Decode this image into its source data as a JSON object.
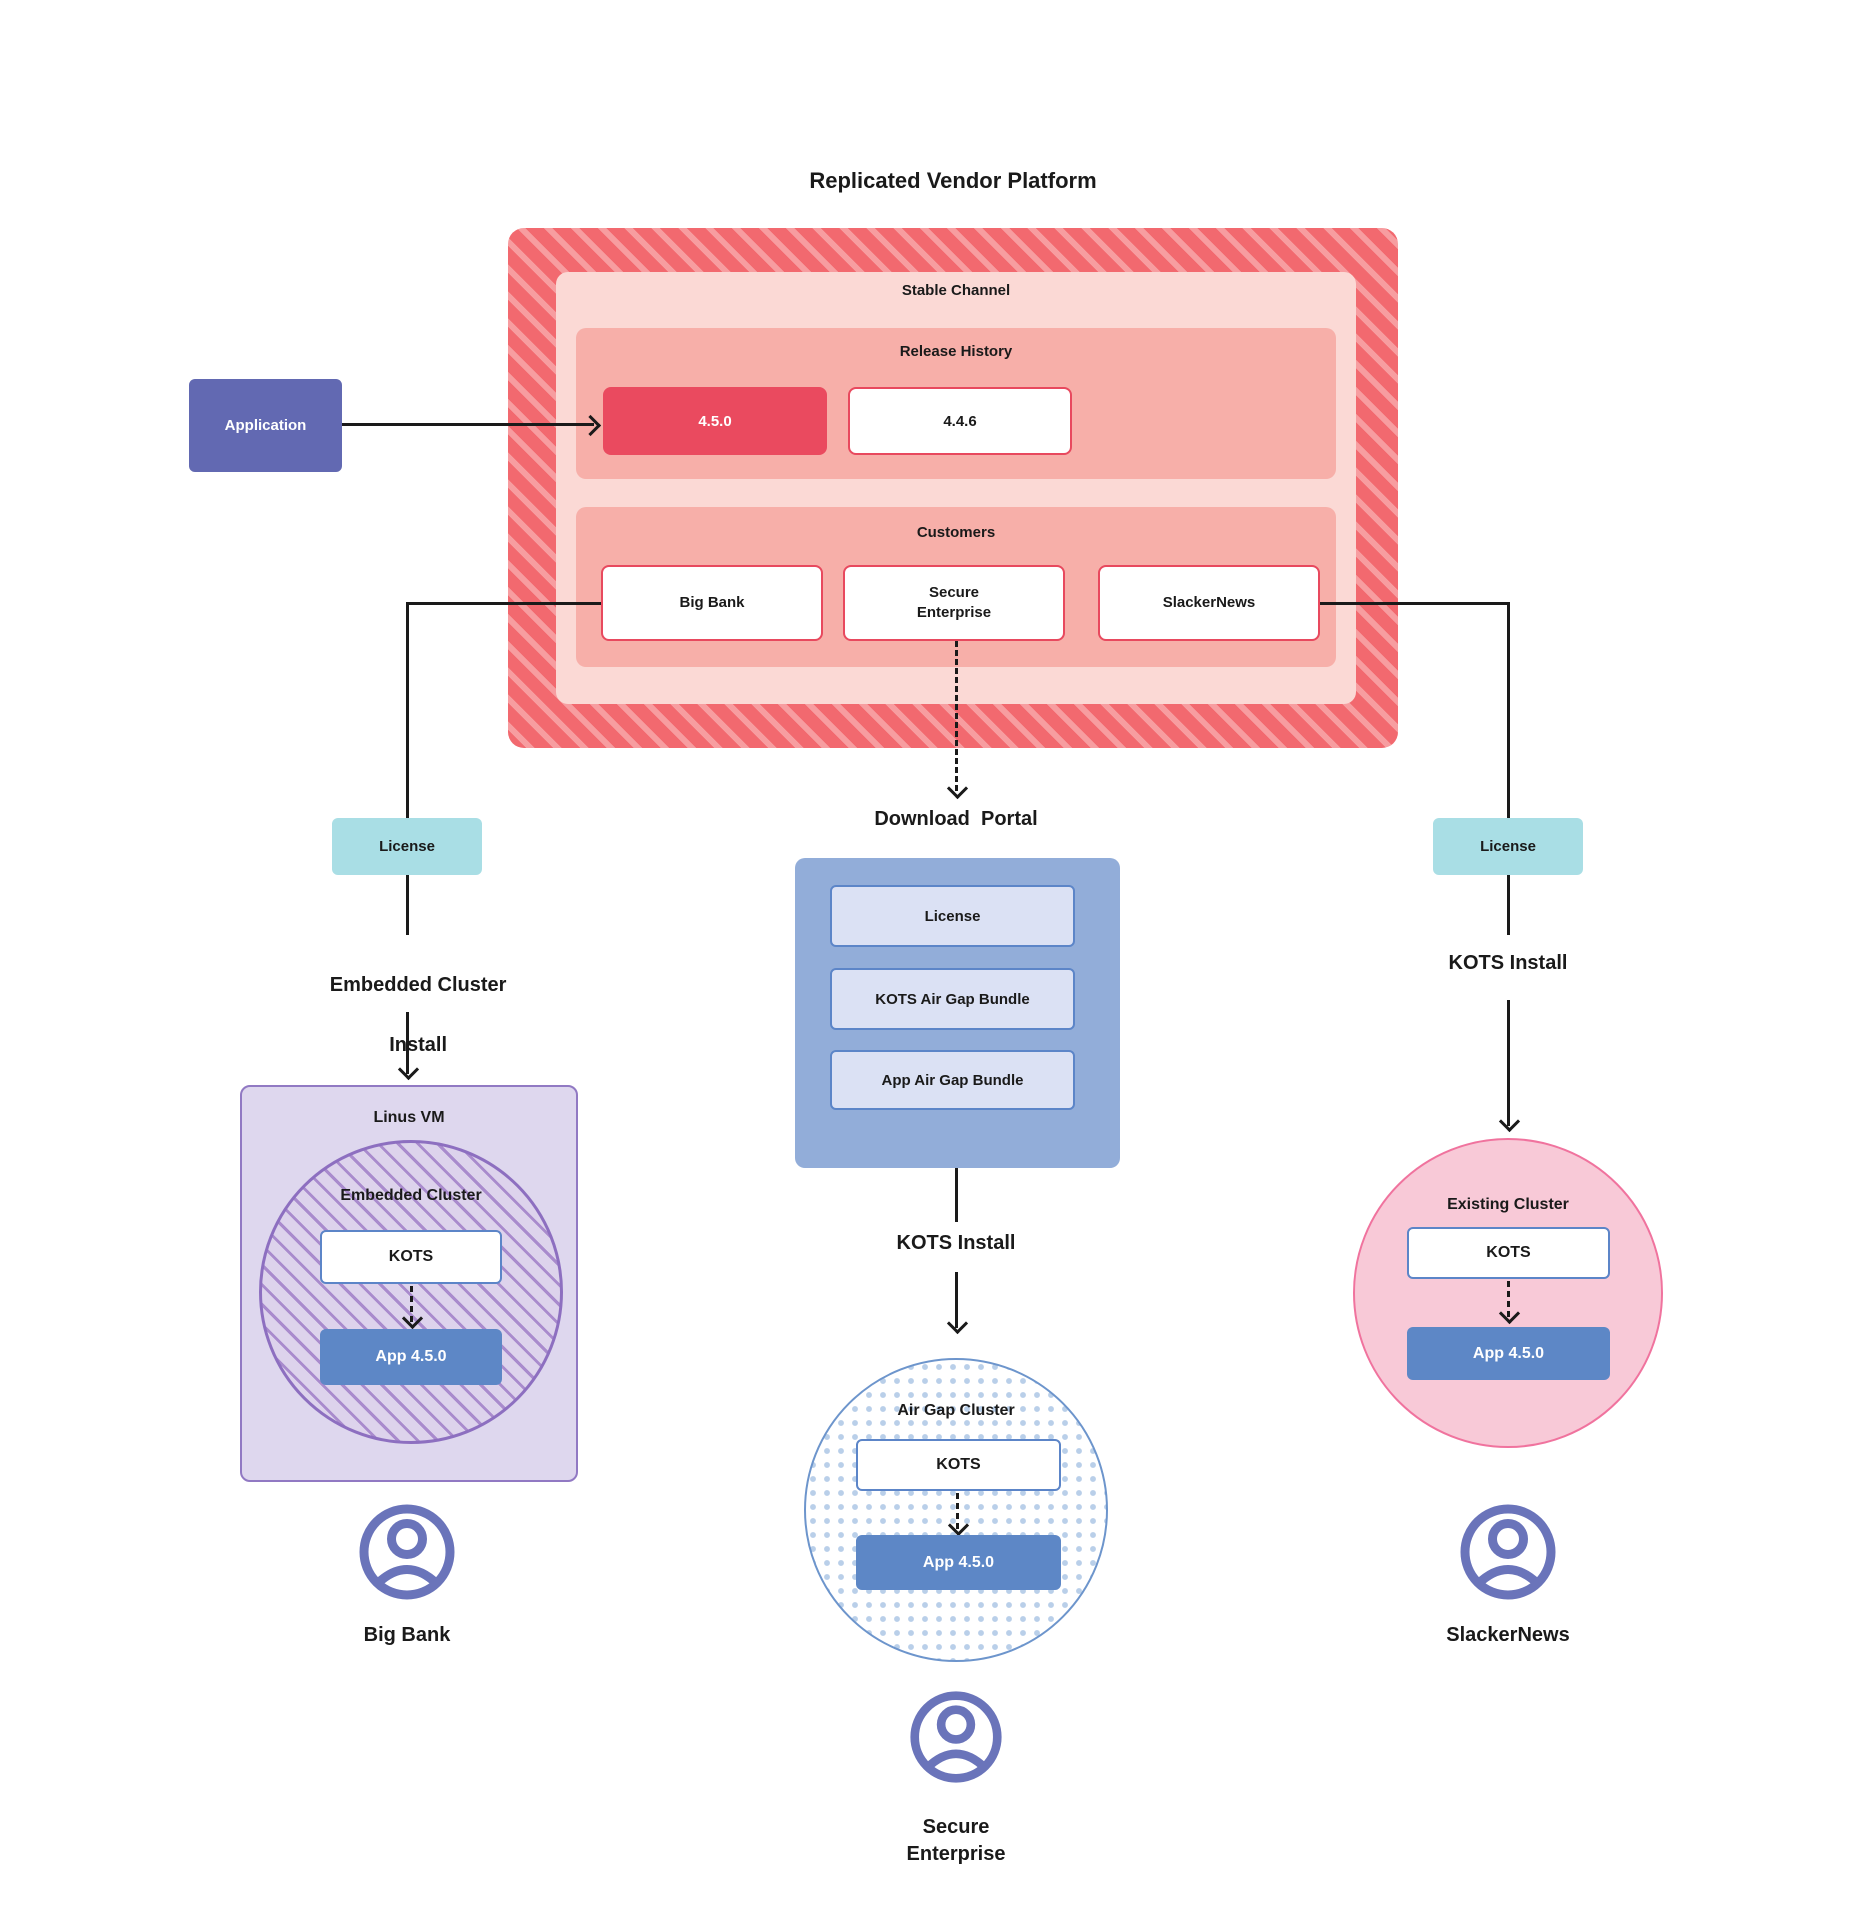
{
  "title": "Replicated Vendor Platform",
  "colors": {
    "platform_stripe_dark": "#f2696f",
    "platform_stripe_light": "#f79da0",
    "stable_channel_bg": "#fbd9d5",
    "section_bg": "#f7afa9",
    "release_current_bg": "#ea4a5f",
    "release_border": "#e8495e",
    "application_bg": "#6269b2",
    "license_bg": "#a9dee5",
    "portal_bg": "#92add9",
    "portal_item_bg": "#dbe1f4",
    "kots_border": "#5c85c8",
    "app_box_bg": "#5d87c6",
    "vm_bg": "#ded7ee",
    "vm_border": "#9179c3",
    "embedded_stripe": "#a98bcd",
    "existing_cluster_bg": "#f8c9d7",
    "existing_cluster_border": "#f0739e",
    "airgap_dot": "#b9cfe9",
    "airgap_border": "#6d95cc",
    "avatar": "#6a74ba",
    "line": "#1a1a1a"
  },
  "application": {
    "label": "Application"
  },
  "platform": {
    "stable_channel": {
      "label": "Stable Channel",
      "release_history": {
        "label": "Release History",
        "current_release": "4.5.0",
        "previous_release": "4.4.6"
      },
      "customers": {
        "label": "Customers",
        "items": [
          "Big Bank",
          "Secure Enterprise",
          "SlackerNews"
        ]
      }
    }
  },
  "left_flow": {
    "license_label": "License",
    "install_line1": "Embedded Cluster",
    "install_line2": "Install",
    "vm_label": "Linus VM",
    "cluster_label": "Embedded Cluster",
    "kots_label": "KOTS",
    "app_label": "App 4.5.0",
    "customer_name": "Big Bank"
  },
  "middle_flow": {
    "portal_title": "Download  Portal",
    "portal_items": [
      "License",
      "KOTS Air Gap Bundle",
      "App Air Gap Bundle"
    ],
    "install_label": "KOTS Install",
    "cluster_label": "Air Gap Cluster",
    "kots_label": "KOTS",
    "app_label": "App 4.5.0",
    "customer_name": "Secure Enterprise"
  },
  "right_flow": {
    "license_label": "License",
    "install_label": "KOTS Install",
    "cluster_label": "Existing Cluster",
    "kots_label": "KOTS",
    "app_label": "App 4.5.0",
    "customer_name": "SlackerNews"
  }
}
